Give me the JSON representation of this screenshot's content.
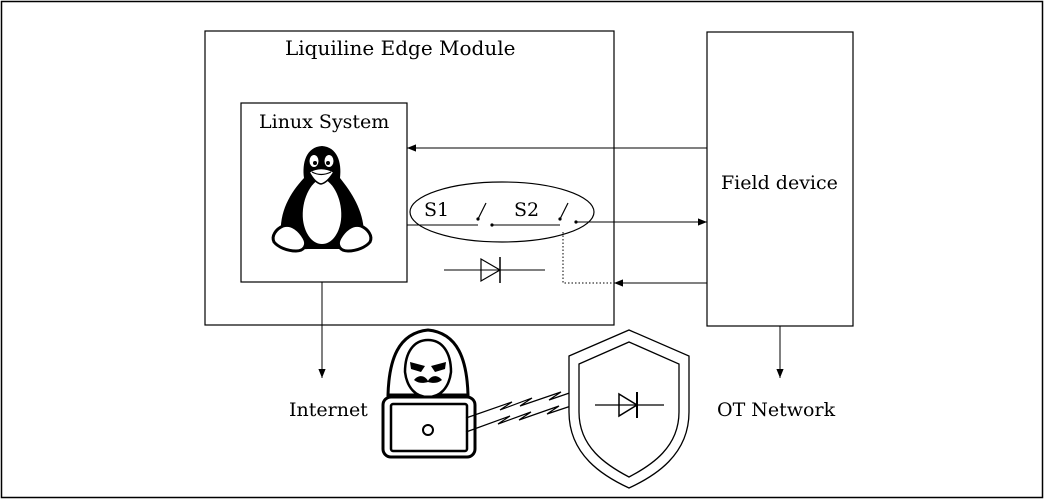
{
  "labels": {
    "module": "Liquiline Edge Module",
    "linux": "Linux System",
    "field": "Field device",
    "switch1": "S1",
    "switch2": "S2",
    "internet": "Internet",
    "ot": "OT Network"
  },
  "icons": [
    "linux-penguin-icon",
    "hacker-icon",
    "shield-diode-icon",
    "diode-icon",
    "switch-icon",
    "lightning-icon"
  ]
}
